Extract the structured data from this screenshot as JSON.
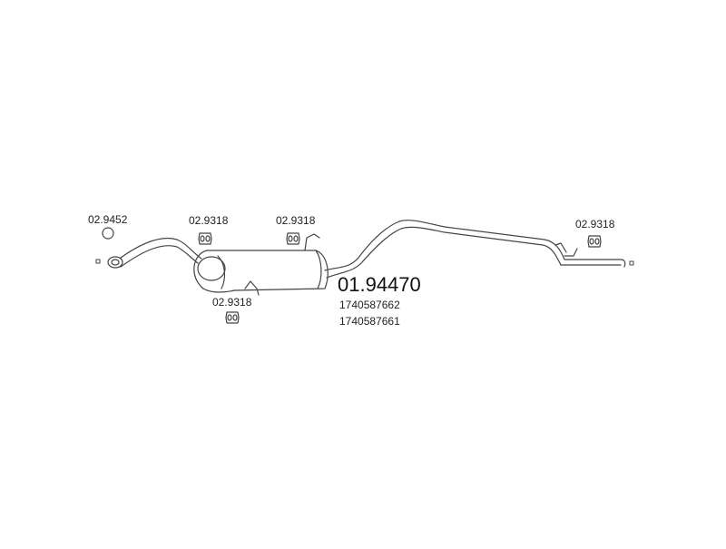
{
  "main_part": {
    "number": "01.94470",
    "refs": [
      "1740587662",
      "1740587661"
    ]
  },
  "parts": {
    "ring": "02.9452",
    "hanger_1": "02.9318",
    "hanger_2": "02.9318",
    "hanger_3": "02.9318",
    "hanger_4": "02.9318"
  },
  "colors": {
    "line": "#444444",
    "background": "#ffffff"
  }
}
